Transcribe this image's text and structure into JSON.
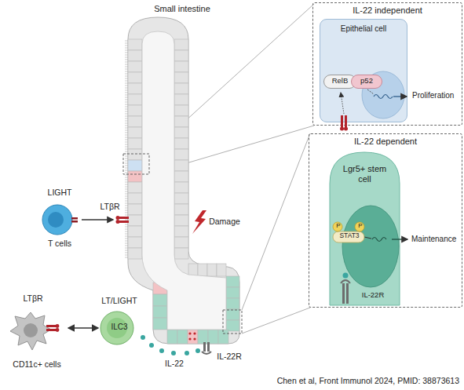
{
  "diagram": {
    "caption": "Chen et al, Front Immunol 2024, PMID: 38873613",
    "nodes": [
      {
        "text": [
          "IL-22 independent"
        ]
      },
      {
        "text": [
          "Epithelial cell"
        ],
        "in": 0
      },
      {
        "text": [
          "RelB"
        ],
        "in": 1
      },
      {
        "text": [
          "p52"
        ],
        "in": 1
      },
      {
        "text": [
          "IL-22 dependent"
        ]
      },
      {
        "text": [
          "Lgr5+ stem cell"
        ],
        "in": 4
      },
      {
        "text": [
          "T cells"
        ]
      },
      {
        "text": [
          "CD11c+ cells"
        ]
      },
      {
        "text": [
          "ILC3"
        ]
      }
    ],
    "edges": [
      {
        "from": 7,
        "to": 8,
        "arrow": "both"
      }
    ],
    "labels": [
      "Small intestine",
      "Proliferation",
      "STAT3",
      "P",
      "P",
      "Maintenance",
      "IL-22R",
      "LIGHT",
      "LTβR",
      "Damage",
      "LTβR",
      "LT/LIGHT",
      "IL-22",
      "IL-22R"
    ]
  }
}
